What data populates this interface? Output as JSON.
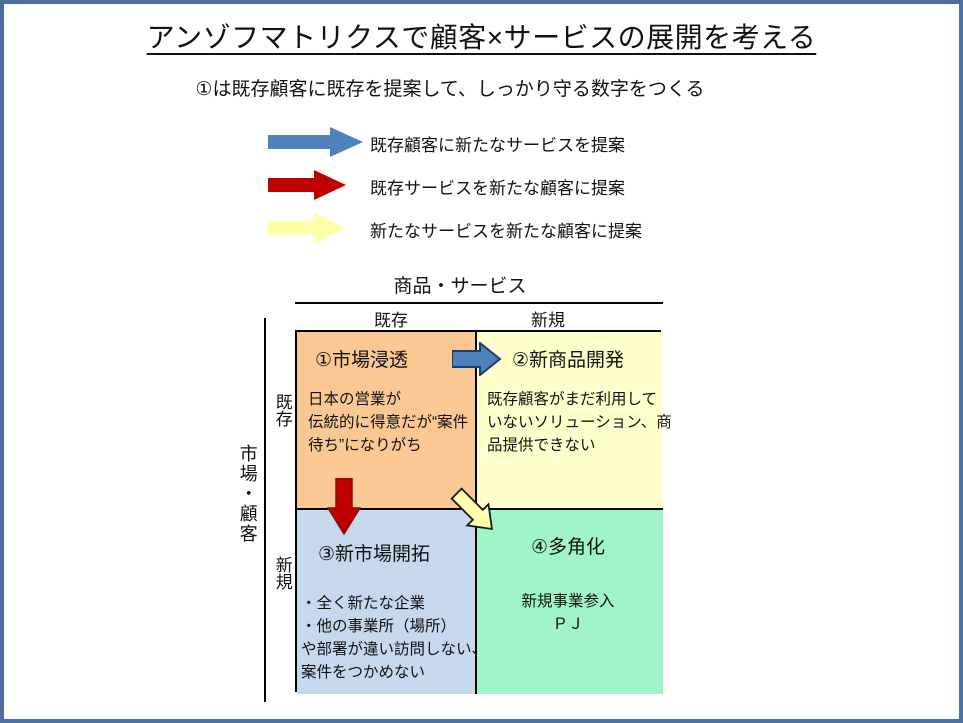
{
  "page": {
    "title": "アンゾフマトリクスで顧客×サービスの展開を考える",
    "subtitle": "①は既存顧客に既存を提案して、しっかり守る数字をつくる",
    "border_color": "#4C6F9F",
    "background": "#FFFFFF"
  },
  "legend": {
    "items": [
      {
        "icon": "blue-arrow",
        "fill": "#4F81BD",
        "label": "既存顧客に新たなサービスを提案"
      },
      {
        "icon": "red-arrow",
        "fill": "#C00000",
        "label": "既存サービスを新たな顧客に提案"
      },
      {
        "icon": "yellow-arrow",
        "fill": "#FFFFA8",
        "label": "新たなサービスを新たな顧客に提案"
      }
    ]
  },
  "matrix": {
    "column_axis_title": "商品・サービス",
    "column_labels": [
      "既存",
      "新規"
    ],
    "row_axis_title": "市場・顧客",
    "row_labels": [
      "既存",
      "新規"
    ],
    "quadrants": [
      {
        "title": "①市場浸透",
        "body": "日本の営業が\n伝統的に得意だが“案件\n待ち”になりがち",
        "bg": "#FBC894"
      },
      {
        "title": "②新商品開発",
        "body": "既存顧客がまだ利用して\nいないソリューション、商\n品提供できない",
        "bg": "#FFFFCC"
      },
      {
        "title": "③新市場開拓",
        "body": "・全く新たな企業\n・他の事業所（場所）\nや部署が違い訪問しない、\n案件をつかめない",
        "bg": "#C5D8EE"
      },
      {
        "title": "④多角化",
        "body": "新規事業参入\nＰＪ",
        "bg": "#A0F5C8"
      }
    ],
    "arrows": {
      "blue": {
        "fill": "#4F81BD",
        "stroke": "#1F3E6B"
      },
      "red": {
        "fill": "#C00000",
        "stroke": "#7F1010"
      },
      "yellow": {
        "fill": "#FFFFB0",
        "stroke": "#1A1A1A"
      }
    }
  }
}
